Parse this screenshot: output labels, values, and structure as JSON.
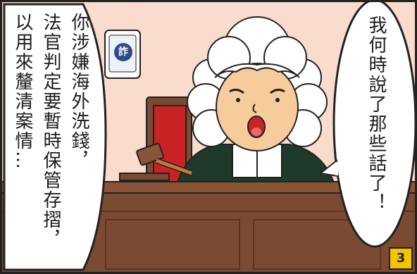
{
  "speech_left": {
    "line1": "你涉嫌海外洗錢，",
    "line2": "法官判定要暫時保管存摺，",
    "line3": "以用來釐清案情…"
  },
  "speech_right": {
    "line1": "我何時說了那些話了！"
  },
  "phone_badge": "詐",
  "page_number": "3",
  "colors": {
    "wall": "#f9dccd",
    "wood": "#7b4a33",
    "wood_dark": "#5c3422",
    "chair_red": "#c82426",
    "robe": "#1f3a2a",
    "page_badge": "#f4c400",
    "phone_badge": "#2f4a8a"
  },
  "icons": [
    "phone-icon",
    "gavel-icon"
  ]
}
